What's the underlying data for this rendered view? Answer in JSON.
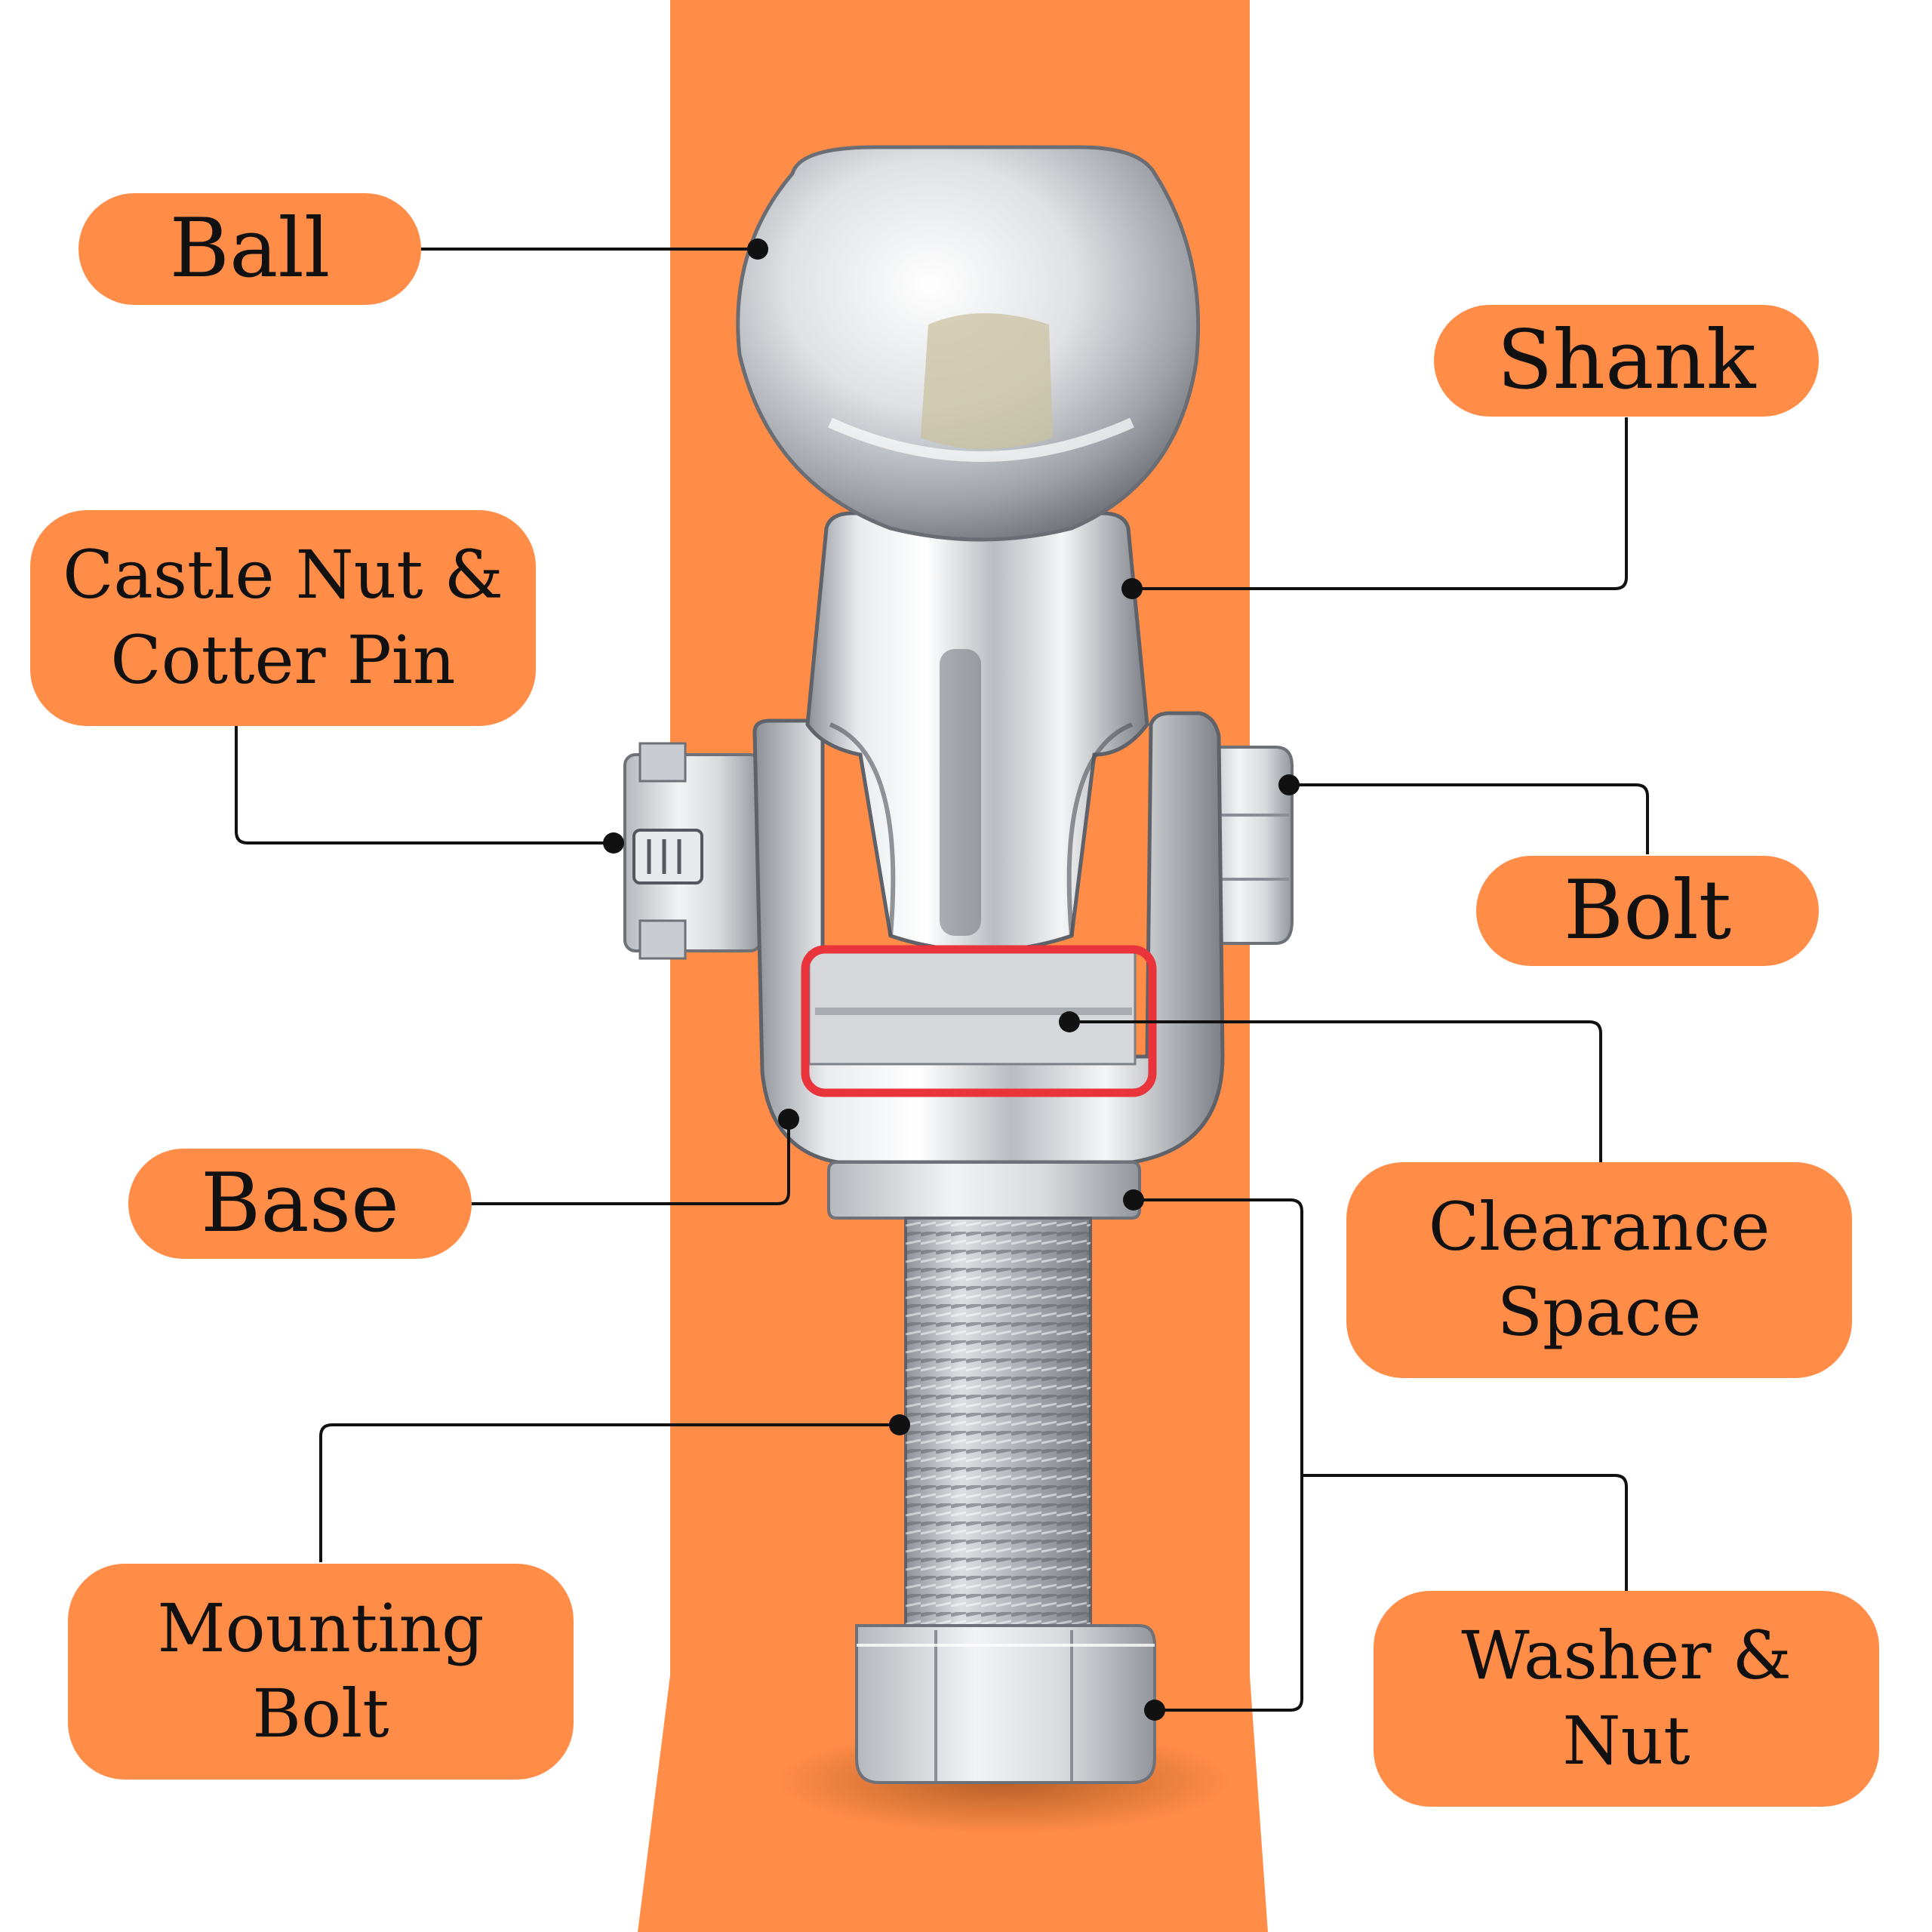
{
  "labels": {
    "ball": {
      "lines": [
        "Ball"
      ]
    },
    "shank": {
      "lines": [
        "Shank"
      ]
    },
    "castle_nut": {
      "lines": [
        "Castle Nut &",
        "Cotter Pin"
      ]
    },
    "bolt": {
      "lines": [
        "Bolt"
      ]
    },
    "base": {
      "lines": [
        "Base"
      ]
    },
    "clearance": {
      "lines": [
        "Clearance",
        "Space"
      ]
    },
    "mounting_bolt": {
      "lines": [
        "Mounting",
        "Bolt"
      ]
    },
    "washer_nut": {
      "lines": [
        "Washer &",
        "Nut"
      ]
    }
  },
  "colors": {
    "accent": "#FF8C47",
    "highlight": "#E8343A",
    "leader": "#111111",
    "metal_light": "#ECEEF0",
    "metal_dark": "#6B6F75"
  },
  "illustration": "trailer-hitch-ball-assembly"
}
